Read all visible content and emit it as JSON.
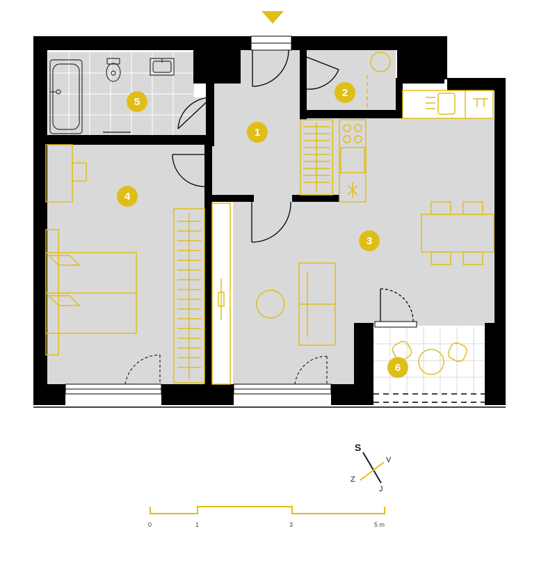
{
  "colors": {
    "accent": "#e0be18",
    "wall": "#000000",
    "floor": "#d9d9d9",
    "tile_grid": "#ffffff",
    "furniture": "#e0be18"
  },
  "entrance_marker": "triangle-down-icon",
  "rooms": [
    {
      "number": "1"
    },
    {
      "number": "2"
    },
    {
      "number": "3"
    },
    {
      "number": "4"
    },
    {
      "number": "5"
    },
    {
      "number": "6"
    }
  ],
  "compass": {
    "north": "S",
    "east": "V",
    "south": "J",
    "west": "Z"
  },
  "scale": {
    "ticks": [
      "0",
      "1",
      "3",
      "5 m"
    ]
  }
}
